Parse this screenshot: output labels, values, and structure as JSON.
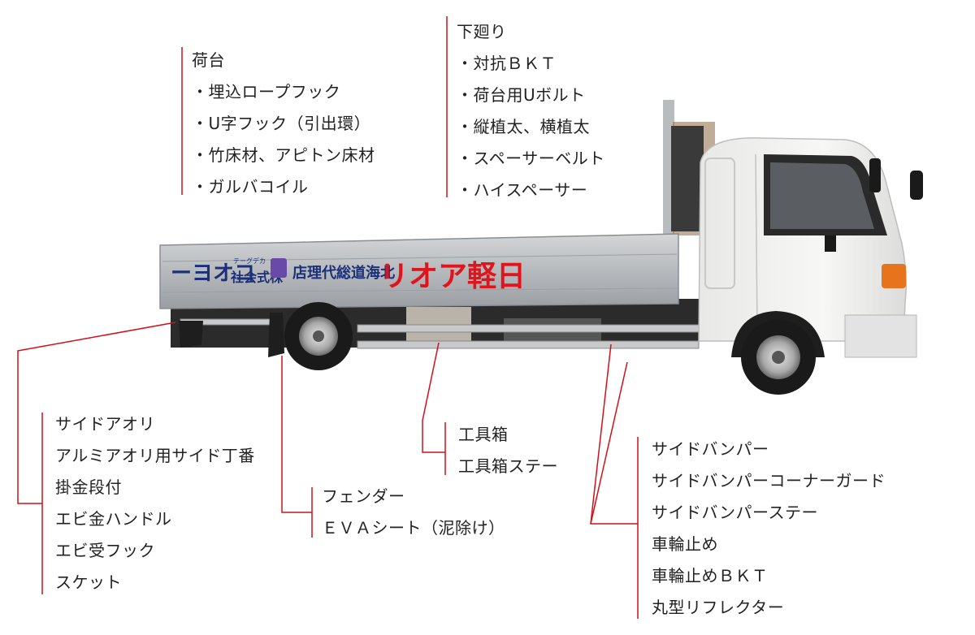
{
  "truck": {
    "signage_main": "リオア軽日",
    "signage_sub": "店理代総道海北",
    "signage_company": "社会式株",
    "signage_left": "ーヨオコ",
    "signage_tiny": "テーグデカ"
  },
  "groups": {
    "nidai": {
      "items": [
        "荷台",
        "・埋込ロープフック",
        "・U字フック（引出環）",
        "・竹床材、アピトン床材",
        "・ガルバコイル"
      ]
    },
    "shitamawari": {
      "items": [
        "下廻り",
        "・対抗ＢＫＴ",
        "・荷台用Uボルト",
        "・縦植太、横植太",
        "・スペーサーベルト",
        "・ハイスペーサー"
      ]
    },
    "side_aori": {
      "items": [
        "サイドアオリ",
        "アルミアオリ用サイド丁番",
        "掛金段付",
        "エビ金ハンドル",
        "エビ受フック",
        "スケット"
      ]
    },
    "fender": {
      "items": [
        "フェンダー",
        "ＥＶＡシート（泥除け）"
      ]
    },
    "toolbox": {
      "items": [
        "工具箱",
        "工具箱ステー"
      ]
    },
    "bumper": {
      "items": [
        "サイドバンパー",
        "サイドバンパーコーナーガード",
        "サイドバンパーステー",
        "車輪止め",
        "車輪止めＢＫＴ",
        "丸型リフレクター"
      ]
    }
  },
  "colors": {
    "leader_line": "#d0101a",
    "body_aluminium": "#b9bcbe",
    "cab_white": "#f4f4f2",
    "text": "#222222"
  }
}
